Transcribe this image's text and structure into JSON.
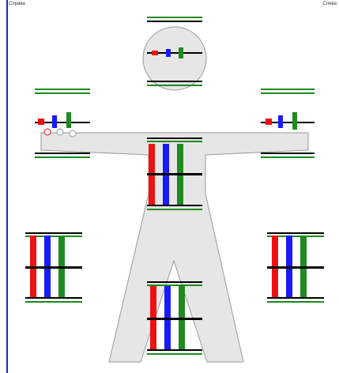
{
  "window": {
    "left_label": "Справа",
    "right_label": "Слева"
  },
  "colors": {
    "background": "#ffffff",
    "frame": "#2222cc",
    "body_fill": "#e6e6e6",
    "body_stroke": "#9a9a9a",
    "green": "#1f8a1f",
    "black": "#000000",
    "red": "#e11",
    "blue": "#1a1aff"
  },
  "icons": [
    "figure-body",
    "head-circle",
    "arm-rail",
    "hook-marker",
    "bar-rack"
  ]
}
